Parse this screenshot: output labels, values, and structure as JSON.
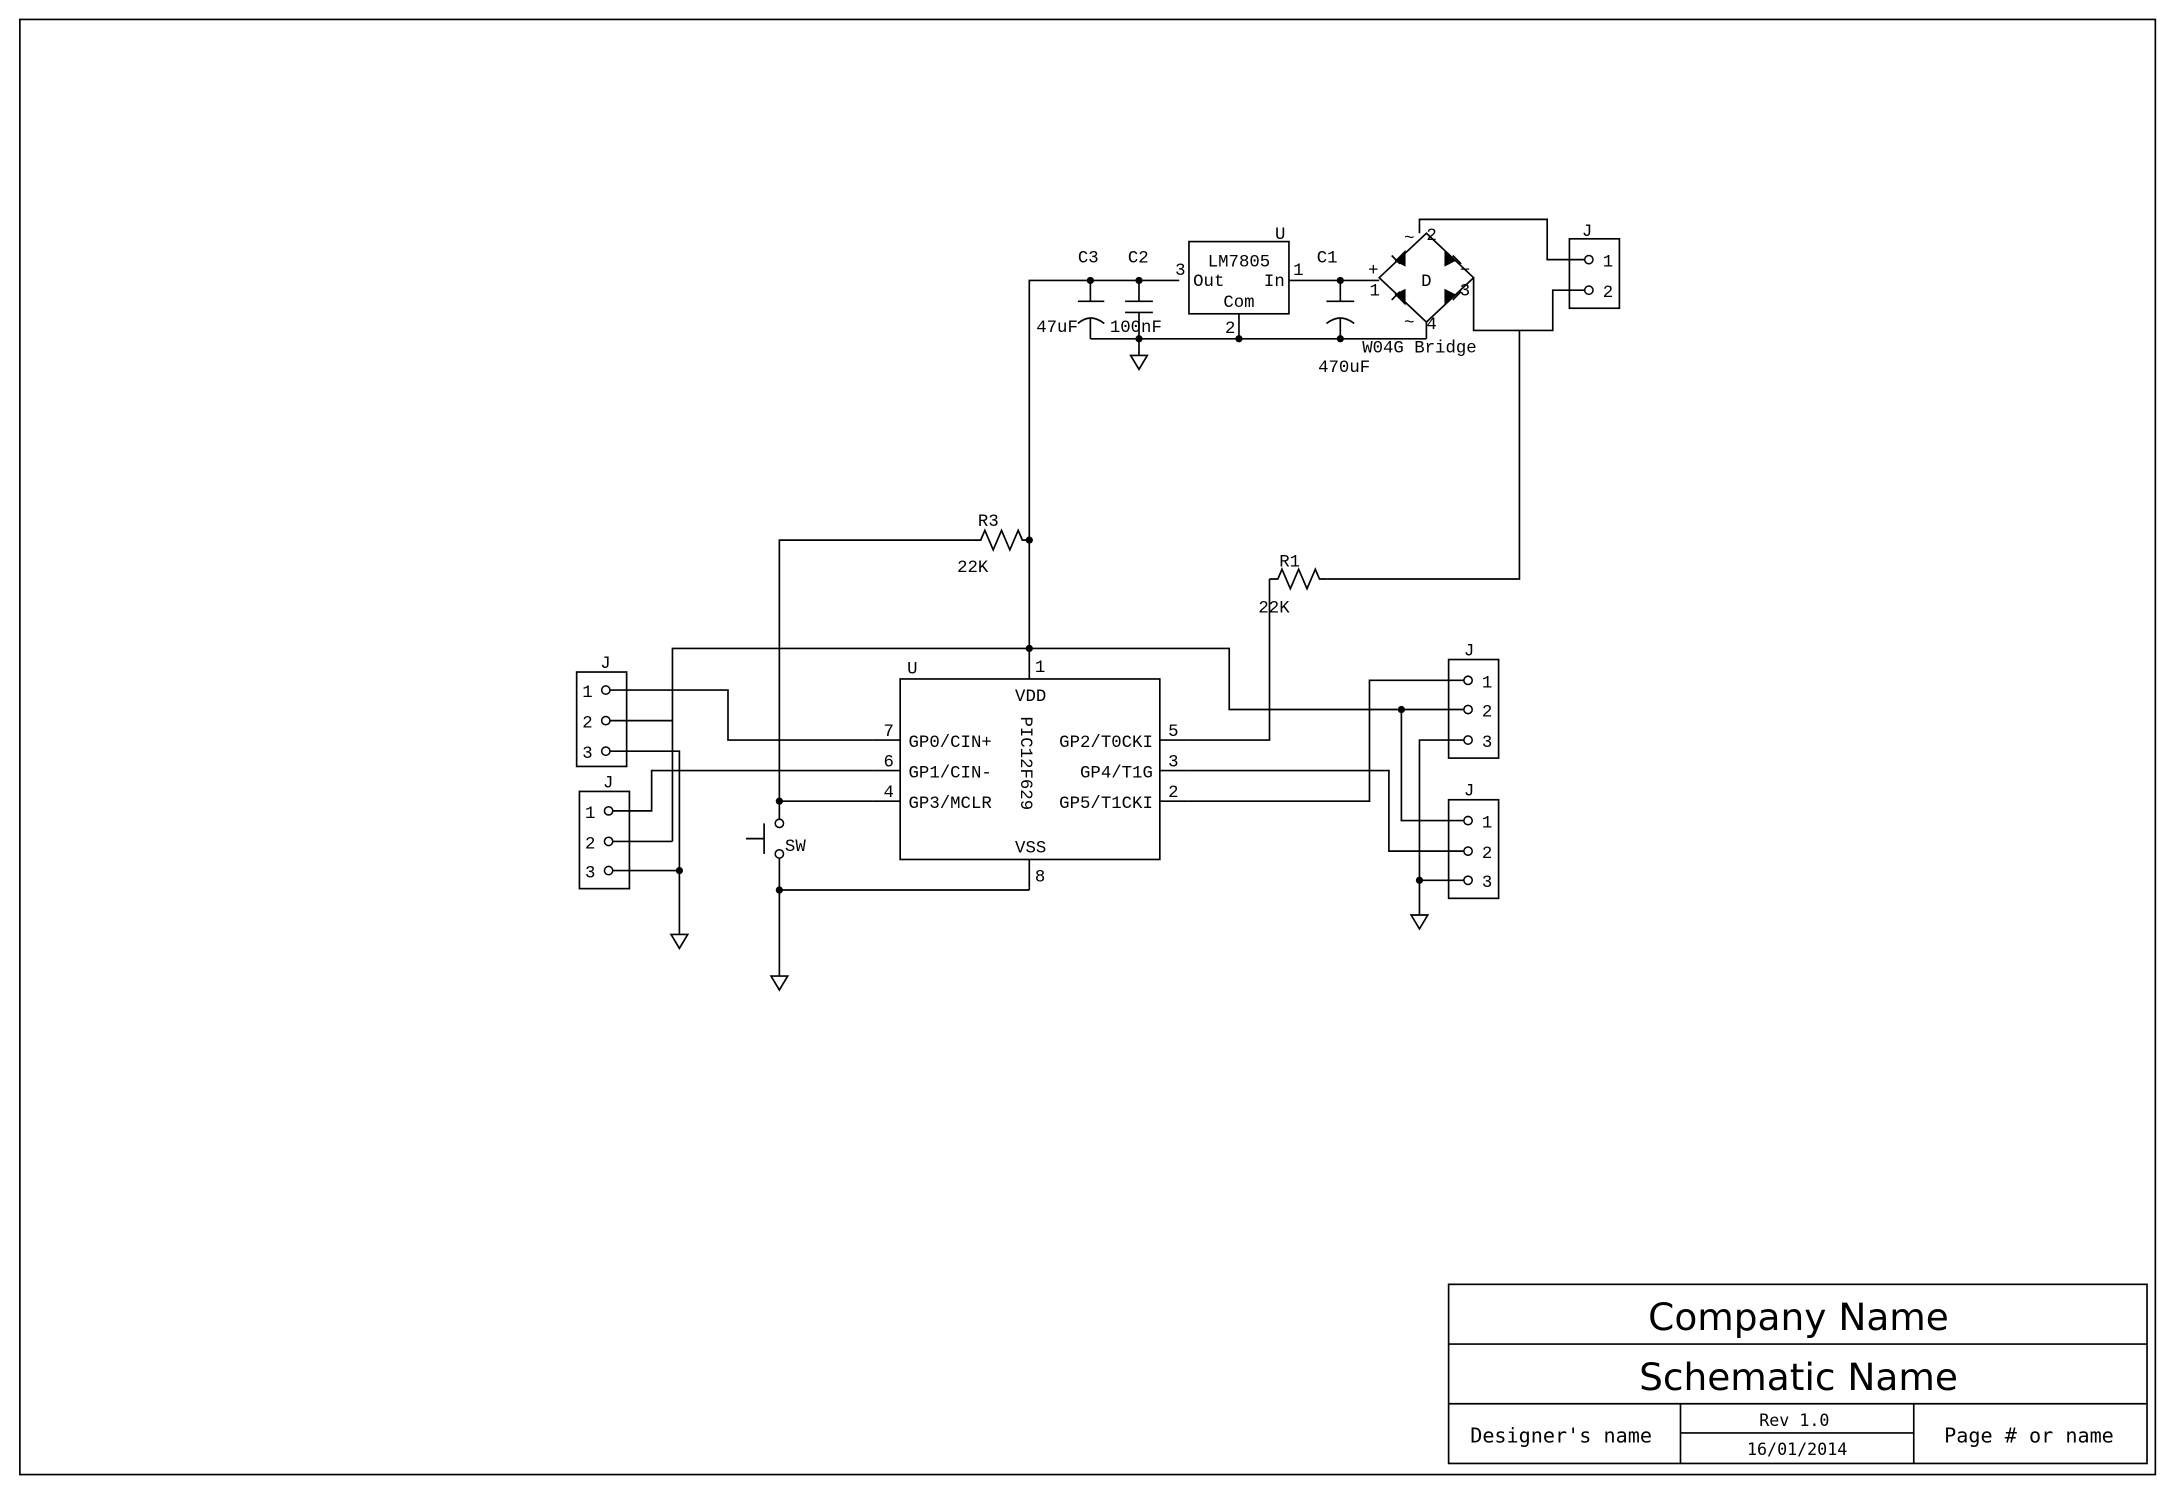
{
  "title_block": {
    "company": "Company Name",
    "schematic": "Schematic Name",
    "designer": "Designer's name",
    "rev": "Rev 1.0",
    "date": "16/01/2014",
    "page": "Page # or name"
  },
  "mcu": {
    "ref": "U",
    "part": "PIC12F629",
    "vdd": "VDD",
    "vss": "VSS",
    "left_pins": [
      {
        "num": "7",
        "name": "GP0/CIN+"
      },
      {
        "num": "6",
        "name": "GP1/CIN-"
      },
      {
        "num": "4",
        "name": "GP3/MCLR"
      }
    ],
    "right_pins": [
      {
        "num": "5",
        "name": "GP2/T0CKI"
      },
      {
        "num": "3",
        "name": "GP4/T1G"
      },
      {
        "num": "2",
        "name": "GP5/T1CKI"
      }
    ],
    "vdd_pin": "1",
    "vss_pin": "8"
  },
  "regulator": {
    "ref": "U",
    "part": "LM7805",
    "out": "Out",
    "in": "In",
    "com": "Com",
    "pin_out": "3",
    "pin_in": "1",
    "pin_com": "2"
  },
  "bridge": {
    "ref": "D",
    "part": "W04G Bridge",
    "pin2": "2",
    "pin3": "3",
    "pin4": "4",
    "pin1": "1",
    "plus": "+",
    "minus": "−",
    "ac": "~"
  },
  "capacitors": [
    {
      "ref": "C3",
      "value": "47uF"
    },
    {
      "ref": "C2",
      "value": "100nF"
    },
    {
      "ref": "C1",
      "value": "470uF"
    }
  ],
  "resistors": [
    {
      "ref": "R3",
      "value": "22K"
    },
    {
      "ref": "R1",
      "value": "22K"
    }
  ],
  "switch": {
    "ref": "SW"
  },
  "connectors": {
    "ref": "J",
    "pins2": [
      "1",
      "2"
    ],
    "pins3": [
      "1",
      "2",
      "3"
    ]
  },
  "colors": {
    "ink": "#000000",
    "paper": "#ffffff"
  }
}
